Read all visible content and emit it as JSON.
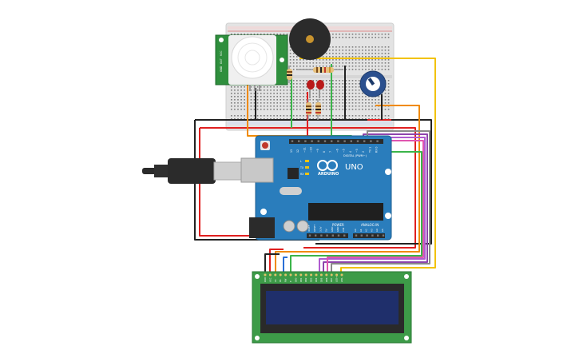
{
  "board": {
    "brand": "ARDUINO",
    "model": "UNO",
    "digital_label": "DIGITAL (PWM~)",
    "power_label": "POWER",
    "analog_label": "ANALOG IN",
    "digital_pins": [
      "13",
      "12",
      "~11",
      "~10",
      "~9",
      "8",
      "7",
      "~6",
      "~5",
      "4",
      "~3",
      "2",
      "TX 1",
      "RX 0"
    ],
    "power_pins": [
      "IOREF",
      "RESET",
      "3.3V",
      "5V",
      "GND",
      "GND",
      "VIN"
    ],
    "analog_pins": [
      "A0",
      "A1",
      "A2",
      "A3",
      "A4",
      "A5"
    ],
    "indicators": [
      "L",
      "TX",
      "RX"
    ]
  },
  "pir_sensor": {
    "pins": [
      "VCC",
      "OUT",
      "GND"
    ]
  },
  "lcd": {
    "pins": [
      "GND",
      "VCC",
      "V0",
      "RS",
      "RW",
      "E",
      "DB0",
      "DB1",
      "DB2",
      "DB3",
      "DB4",
      "DB5",
      "DB6",
      "DB7",
      "LED+",
      "LED-"
    ]
  },
  "colors": {
    "breadboard": "#e3e3e3",
    "arduino": "#2a7dbc",
    "lcd_pcb": "#3d9b48",
    "lcd_screen": "#1f2f6b",
    "pir_pcb": "#2f8f3d",
    "wire_red": "#e01f1f",
    "wire_black": "#222222",
    "wire_yellow": "#f2c200",
    "wire_orange": "#f08a00",
    "wire_green": "#3bb54a",
    "wire_purple": "#8e44ad",
    "wire_pink": "#e056b0",
    "wire_gray": "#8a8a8a"
  }
}
